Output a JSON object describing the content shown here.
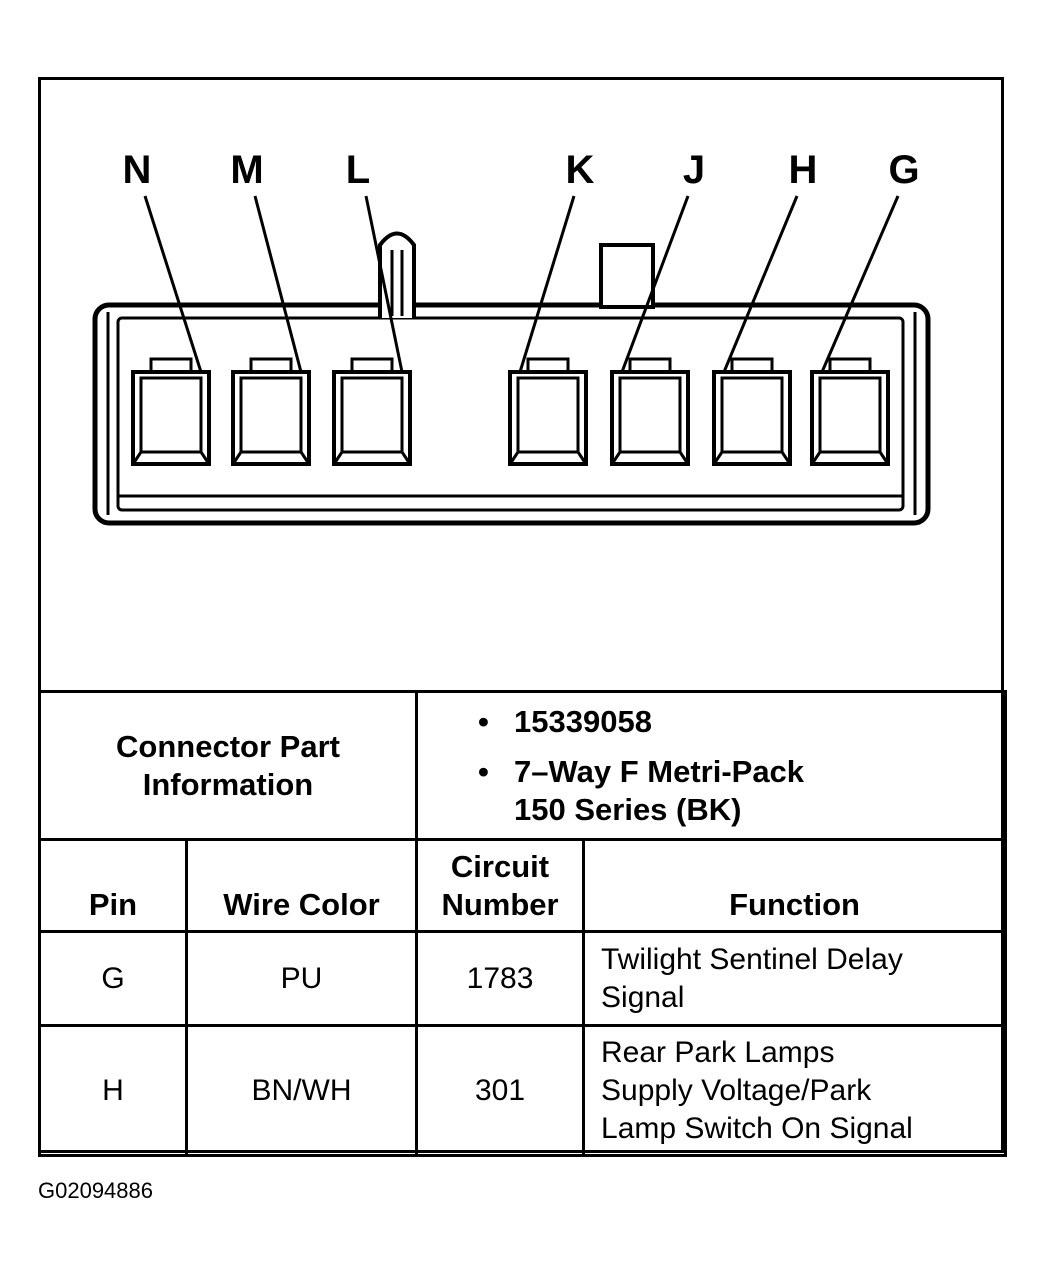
{
  "diagram": {
    "pins": [
      "N",
      "M",
      "L",
      "K",
      "J",
      "H",
      "G"
    ]
  },
  "connector_info": {
    "label_line1": "Connector Part",
    "label_line2": "Information",
    "bullet": "•",
    "part_number": "15339058",
    "description_line1": "7–Way F Metri-Pack",
    "description_line2": "150 Series (BK)"
  },
  "table": {
    "headers": {
      "pin": "Pin",
      "wire_color": "Wire Color",
      "circuit_line1": "Circuit",
      "circuit_line2": "Number",
      "function": "Function"
    },
    "rows": [
      {
        "pin": "G",
        "wire_color": "PU",
        "circuit": "1783",
        "function_lines": [
          "Twilight Sentinel Delay",
          "Signal"
        ]
      },
      {
        "pin": "H",
        "wire_color": "BN/WH",
        "circuit": "301",
        "function_lines": [
          "Rear Park Lamps",
          "Supply Voltage/Park",
          "Lamp Switch On Signal"
        ]
      }
    ]
  },
  "figure_id": "G02094886"
}
